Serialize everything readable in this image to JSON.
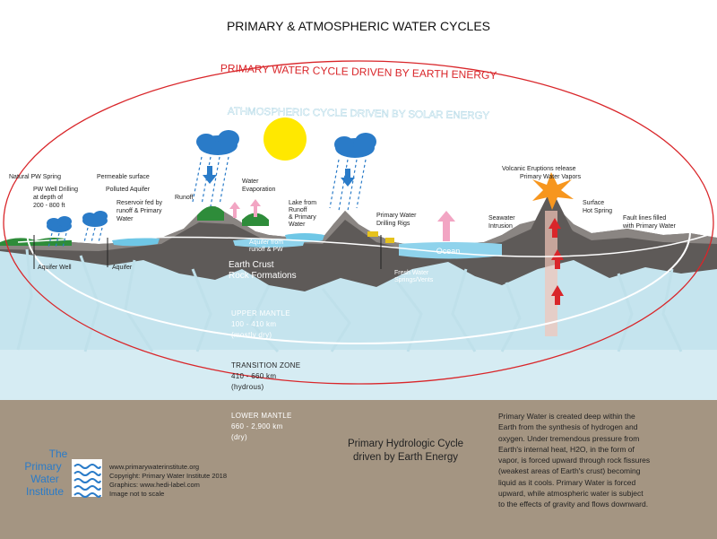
{
  "title": "PRIMARY  & ATMOSPHERIC WATER CYCLES",
  "primary_cycle_label": "PRIMARY WATER CYCLE DRIVEN BY EARTH ENERGY",
  "atmospheric_cycle_label": "ATHMOSPHERIC CYCLE DRIVEN BY SOLAR ENERGY",
  "labels": {
    "natural_pw_spring": "Natural PW Spring",
    "pw_well_drilling": [
      "PW Well Drilling",
      "at depth of",
      "200 - 800 ft"
    ],
    "permeable_surface": "Permeable surface",
    "polluted_aquifer": "Polluted Aquifer",
    "reservoir": [
      "Reservoir fed by",
      "runoff & Primary",
      "Water"
    ],
    "runoff": "Runoff",
    "water_evaporation": [
      "Water",
      "Evaporation"
    ],
    "lake": [
      "Lake from",
      "Runoff",
      "& Primary",
      "Water"
    ],
    "primary_water_drilling_rigs": [
      "Primary Water",
      "Drilling Rigs"
    ],
    "aquifer_from_runoff": [
      "Aquifer from",
      "runoff & PW"
    ],
    "aquifer_well": "Aquifer Well",
    "aquifer": "Aquifer",
    "ocean": "Ocean",
    "fresh_water_springs": [
      "Fresh Water",
      "Springs/Vents"
    ],
    "seawater_intrusion": [
      "Seawater",
      "Intrusion"
    ],
    "volcanic": [
      "Volcanic Eruptions release",
      "Primary  Water Vapors"
    ],
    "surface_hot_spring": [
      "Surface",
      "Hot Spring"
    ],
    "fault_lines": [
      "Fault lines filled",
      "with Primary Water"
    ]
  },
  "layers": {
    "earth_crust": [
      "Earth Crust",
      "Rock Formations"
    ],
    "upper_mantle": [
      "UPPER MANTLE",
      "100 - 410 km",
      "(mostly dry)"
    ],
    "transition_zone": [
      "TRANSITION ZONE",
      "410 - 660 km",
      "(hydrous)"
    ],
    "lower_mantle": [
      "LOWER MANTLE",
      "660 - 2,900 km",
      "(dry)"
    ]
  },
  "hydrologic_caption": [
    "Primary Hydrologic Cycle",
    "driven by Earth Energy"
  ],
  "description": [
    "Primary Water is created deep within the",
    "Earth from the synthesis of hydrogen and",
    "oxygen.  Under tremendous pressure from",
    "Earth's internal heat, H2O, in the form of",
    "vapor, is forced upward through rock fissures",
    "(weakest areas of Earth's crust) becoming",
    "liquid as it cools.  Primary Water is forced",
    "upward, while atmospheric water is subject",
    "to the effects of gravity and flows downward."
  ],
  "logo_text": [
    "The",
    "Primary",
    "Water",
    "Institute"
  ],
  "credits": [
    "www.primarywaterinstitute.org",
    "Copyright: Primary Water Institute 2018",
    "Graphics: www.hedi-label.com",
    "Image not to scale"
  ],
  "colors": {
    "sky": "#ffffff",
    "ocean": "#8fd3ec",
    "crust": "#5e5a58",
    "mantle": "#c5e4ee",
    "lower_mantle": "#a49582",
    "ellipse": "#d9262a",
    "sun": "#ffe800",
    "cloud": "#2a7bc8",
    "vapor_arrow": "#f2a5c3",
    "volcano": "#f7961e"
  }
}
